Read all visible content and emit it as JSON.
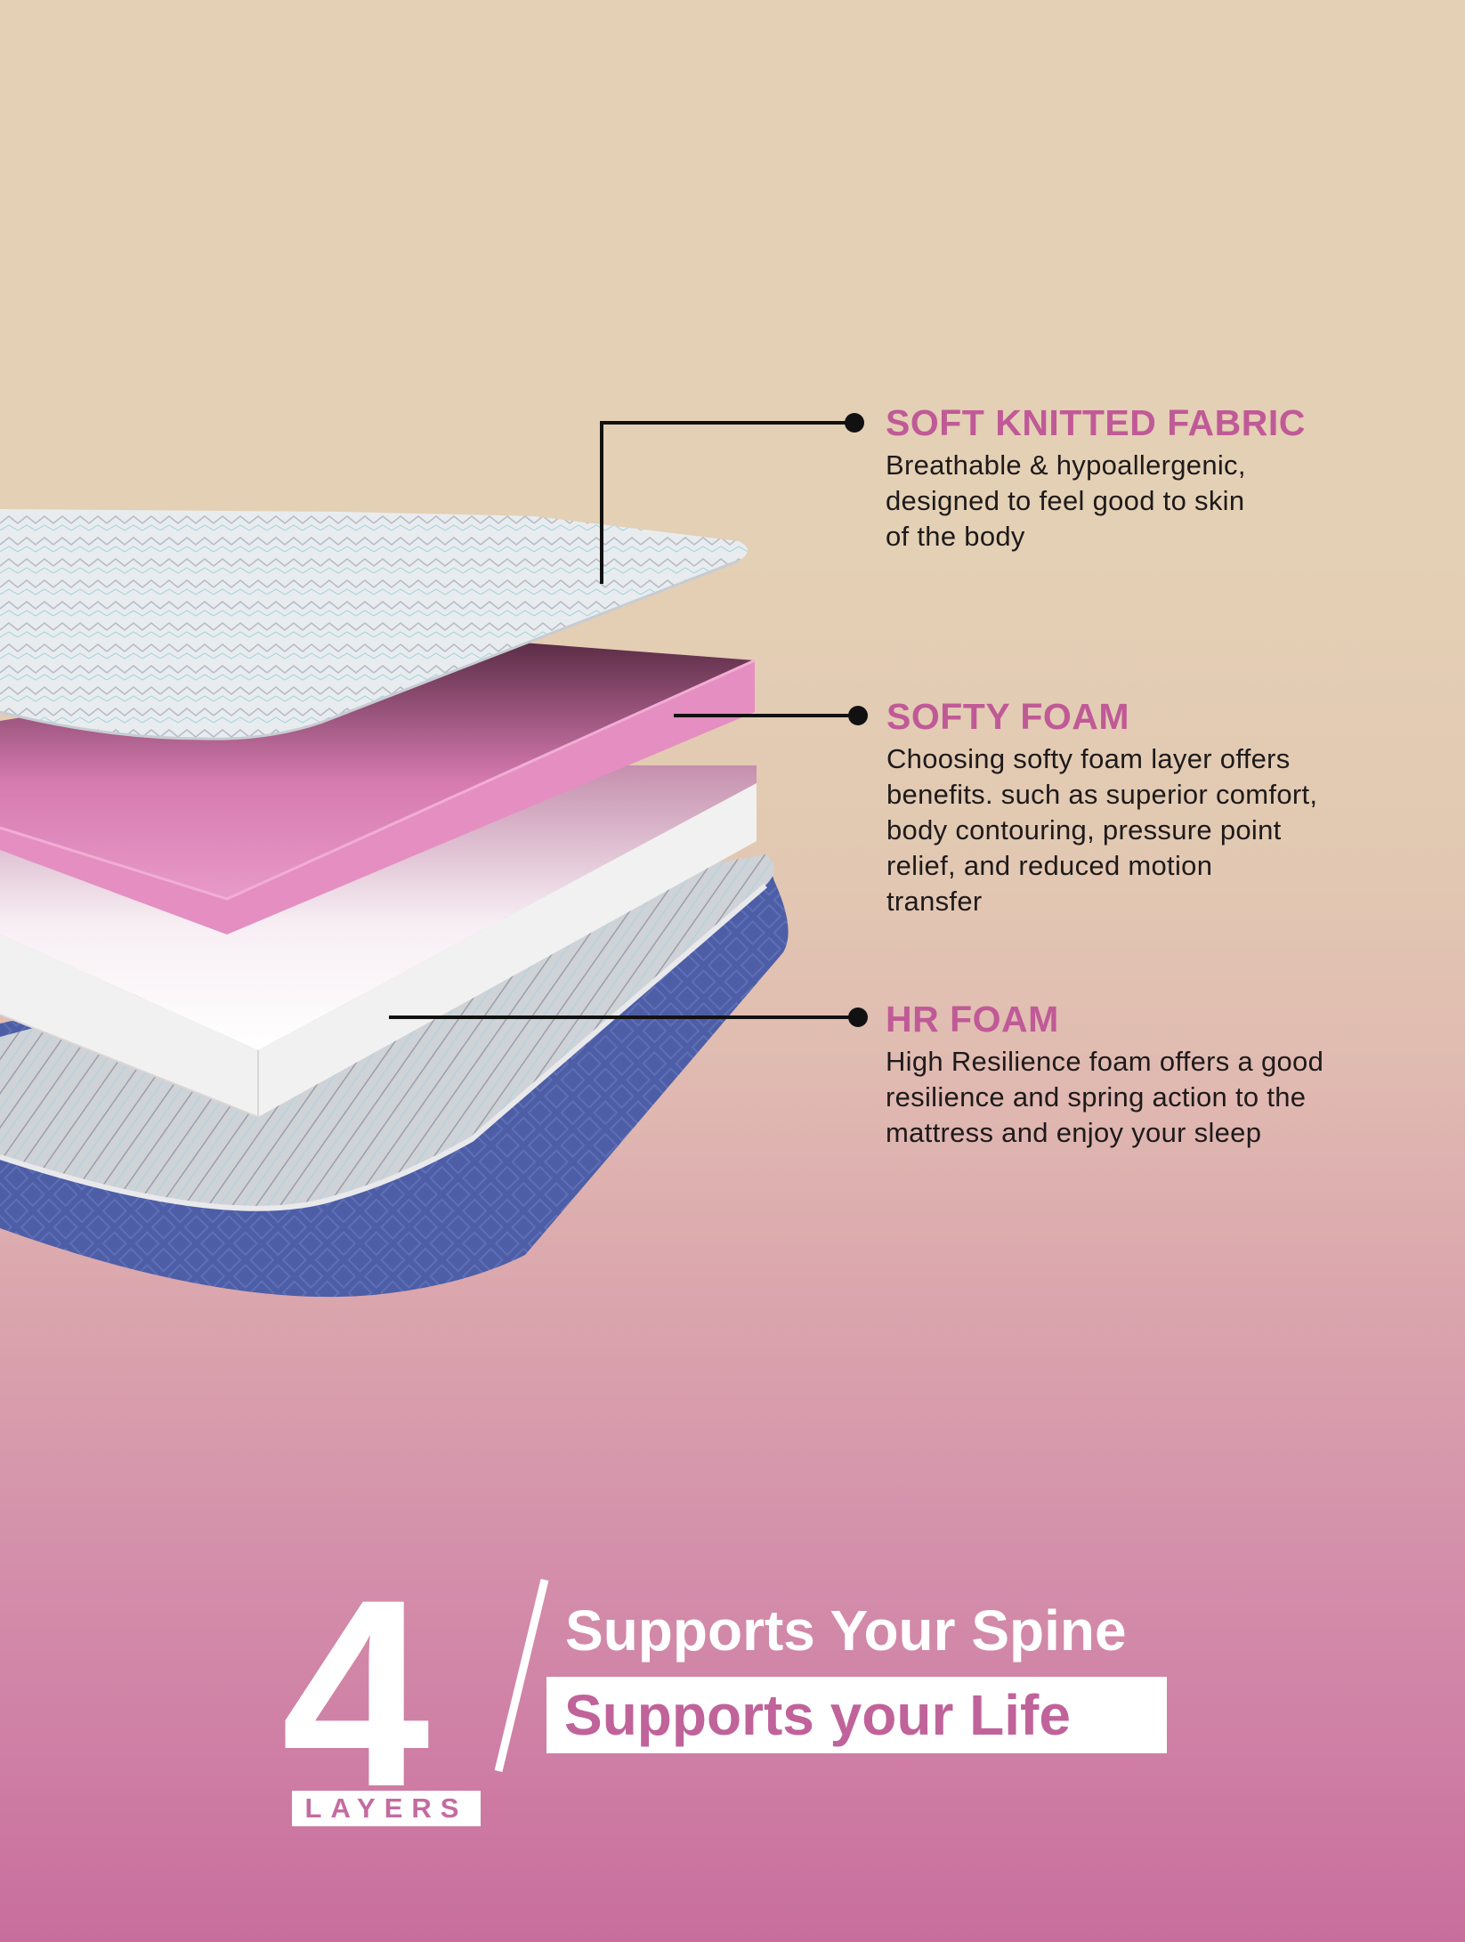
{
  "background": {
    "top_color": "#e4d1b5",
    "bottom_color": "#c86e9d"
  },
  "colors": {
    "accent_pink": "#c05a97",
    "fabric_white": "#eef0f3",
    "foam_pink": "#e384bd",
    "foam_white": "#f4f2f2",
    "base_blue": "#4e5fa6"
  },
  "callouts": [
    {
      "title": "SOFT KNITTED FABRIC",
      "desc_lines": [
        "Breathable & hypoallergenic,",
        "designed to feel good to skin",
        "of the body"
      ]
    },
    {
      "title": "SOFTY FOAM",
      "desc_lines": [
        "Choosing softy foam layer offers",
        "benefits. such as superior comfort,",
        "body contouring, pressure point",
        "relief, and reduced motion",
        "transfer"
      ]
    },
    {
      "title": "HR FOAM",
      "desc_lines": [
        "High Resilience foam offers a good",
        "resilience and spring action to the",
        "mattress and enjoy your sleep"
      ]
    }
  ],
  "badge": {
    "number": "4",
    "label": "LAYERS"
  },
  "tagline": {
    "line1": "Supports Your Spine",
    "line2": "Supports your Life"
  }
}
